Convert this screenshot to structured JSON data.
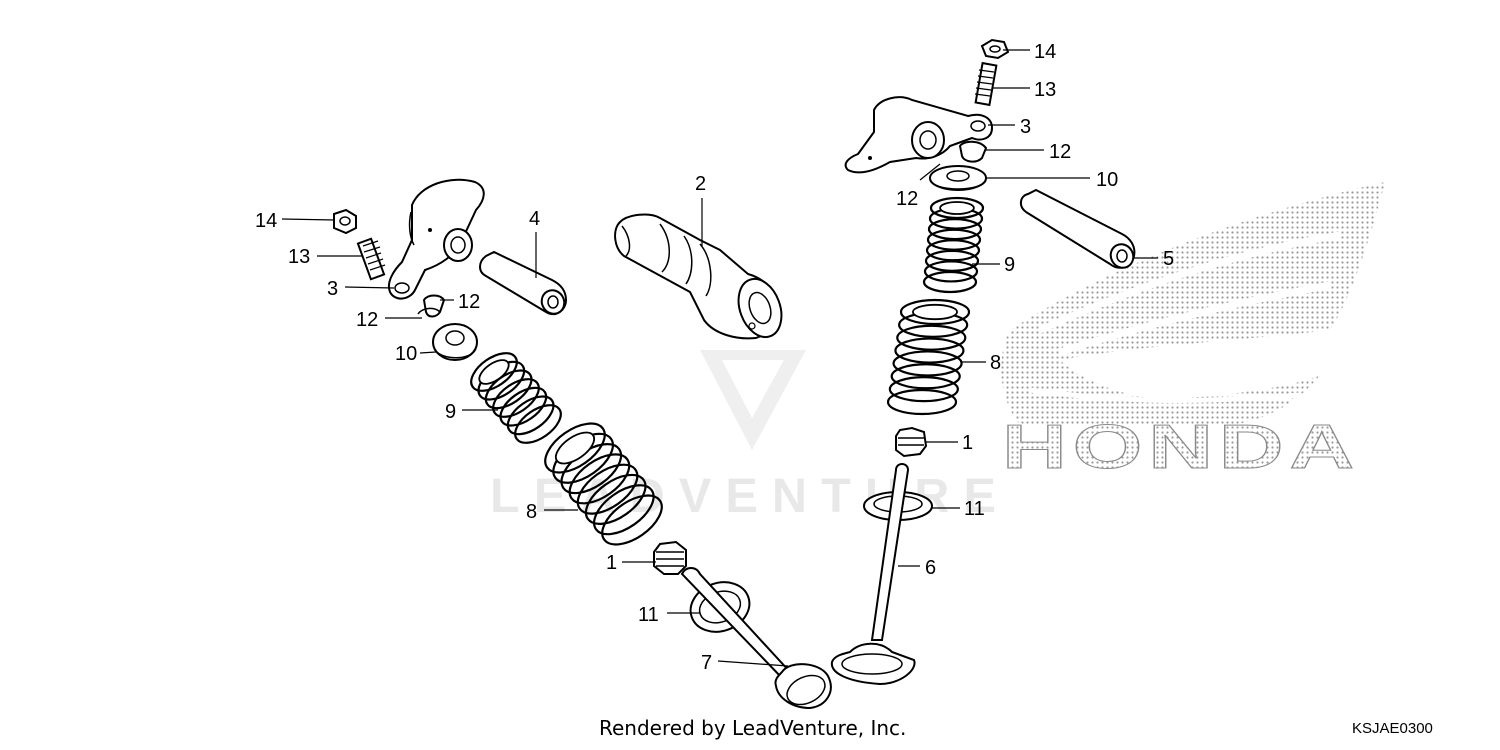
{
  "diagram": {
    "callouts": [
      {
        "id": "l14",
        "text": "14"
      },
      {
        "id": "l13",
        "text": "13"
      },
      {
        "id": "l3",
        "text": "3"
      },
      {
        "id": "l12a",
        "text": "12"
      },
      {
        "id": "l12b",
        "text": "12"
      },
      {
        "id": "l10",
        "text": "10"
      },
      {
        "id": "l9",
        "text": "9"
      },
      {
        "id": "l8",
        "text": "8"
      },
      {
        "id": "l1",
        "text": "1"
      },
      {
        "id": "l11",
        "text": "11"
      },
      {
        "id": "l7",
        "text": "7"
      },
      {
        "id": "l4",
        "text": "4"
      },
      {
        "id": "l2",
        "text": "2"
      },
      {
        "id": "r14",
        "text": "14"
      },
      {
        "id": "r13",
        "text": "13"
      },
      {
        "id": "r3",
        "text": "3"
      },
      {
        "id": "r12a",
        "text": "12"
      },
      {
        "id": "r12b",
        "text": "12"
      },
      {
        "id": "r10",
        "text": "10"
      },
      {
        "id": "r5",
        "text": "5"
      },
      {
        "id": "r9",
        "text": "9"
      },
      {
        "id": "r8",
        "text": "8"
      },
      {
        "id": "r1",
        "text": "1"
      },
      {
        "id": "r11",
        "text": "11"
      },
      {
        "id": "r6",
        "text": "6"
      }
    ],
    "brand_logo": "HONDA",
    "watermark": "LEADVENTURE"
  },
  "footer": {
    "rendered_by": "Rendered by LeadVenture, Inc.",
    "diagram_code": "KSJAE0300"
  }
}
